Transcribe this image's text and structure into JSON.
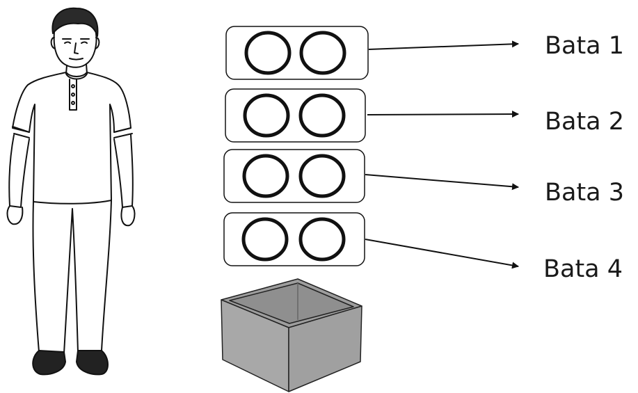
{
  "labels": [
    "Bata 1",
    "Bata 2",
    "Bata 3",
    "Bata 4"
  ],
  "colors": {
    "ink": "#111111",
    "box_side": "#a8a8a8",
    "box_inner": "#8f8f8f",
    "box_top": "#9d9d9d"
  },
  "icons": {
    "person": "standing-man-figure",
    "box": "open-box"
  }
}
